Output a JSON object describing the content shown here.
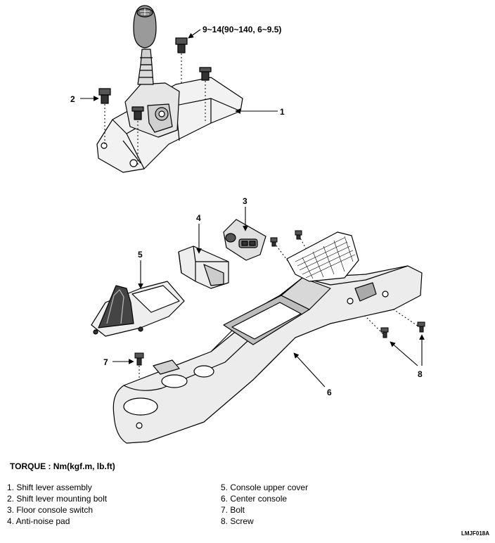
{
  "callouts": {
    "c1": "1",
    "c2": "2",
    "c3": "3",
    "c4": "4",
    "c5": "5",
    "c6": "6",
    "c7": "7",
    "c8": "8"
  },
  "torque_spec": "9~14(90~140, 6~9.5)",
  "torque_title": "TORQUE : Nm(kgf.m, lb.ft)",
  "legend": {
    "left": [
      "1. Shift lever assembly",
      "2. Shift lever mounting bolt",
      "3. Floor console switch",
      "4. Anti-noise pad"
    ],
    "right": [
      "5. Console upper cover",
      "6. Center console",
      "7. Bolt",
      "8. Screw"
    ]
  },
  "figure_code": "LMJF018A"
}
